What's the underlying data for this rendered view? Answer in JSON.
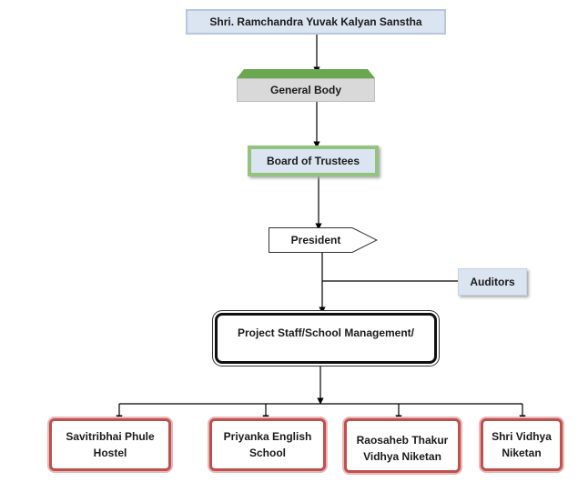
{
  "nodes": {
    "root": "Shri. Ramchandra Yuvak Kalyan Sanstha",
    "general_body": "General Body",
    "board_of_trustees": "Board of Trustees",
    "president": "President",
    "auditors": "Auditors",
    "project_staff": "Project Staff/School Management/",
    "schools": [
      "Savitribhai Phule Hostel",
      "Priyanka English School",
      "Raosaheb Thakur Vidhya Niketan",
      "Shri Vidhya Niketan"
    ]
  },
  "colors": {
    "root_fill": "#dbe5f1",
    "general_body_top": "#6aa84f",
    "board_border": "#92c47d",
    "school_border": "#c0504d"
  }
}
